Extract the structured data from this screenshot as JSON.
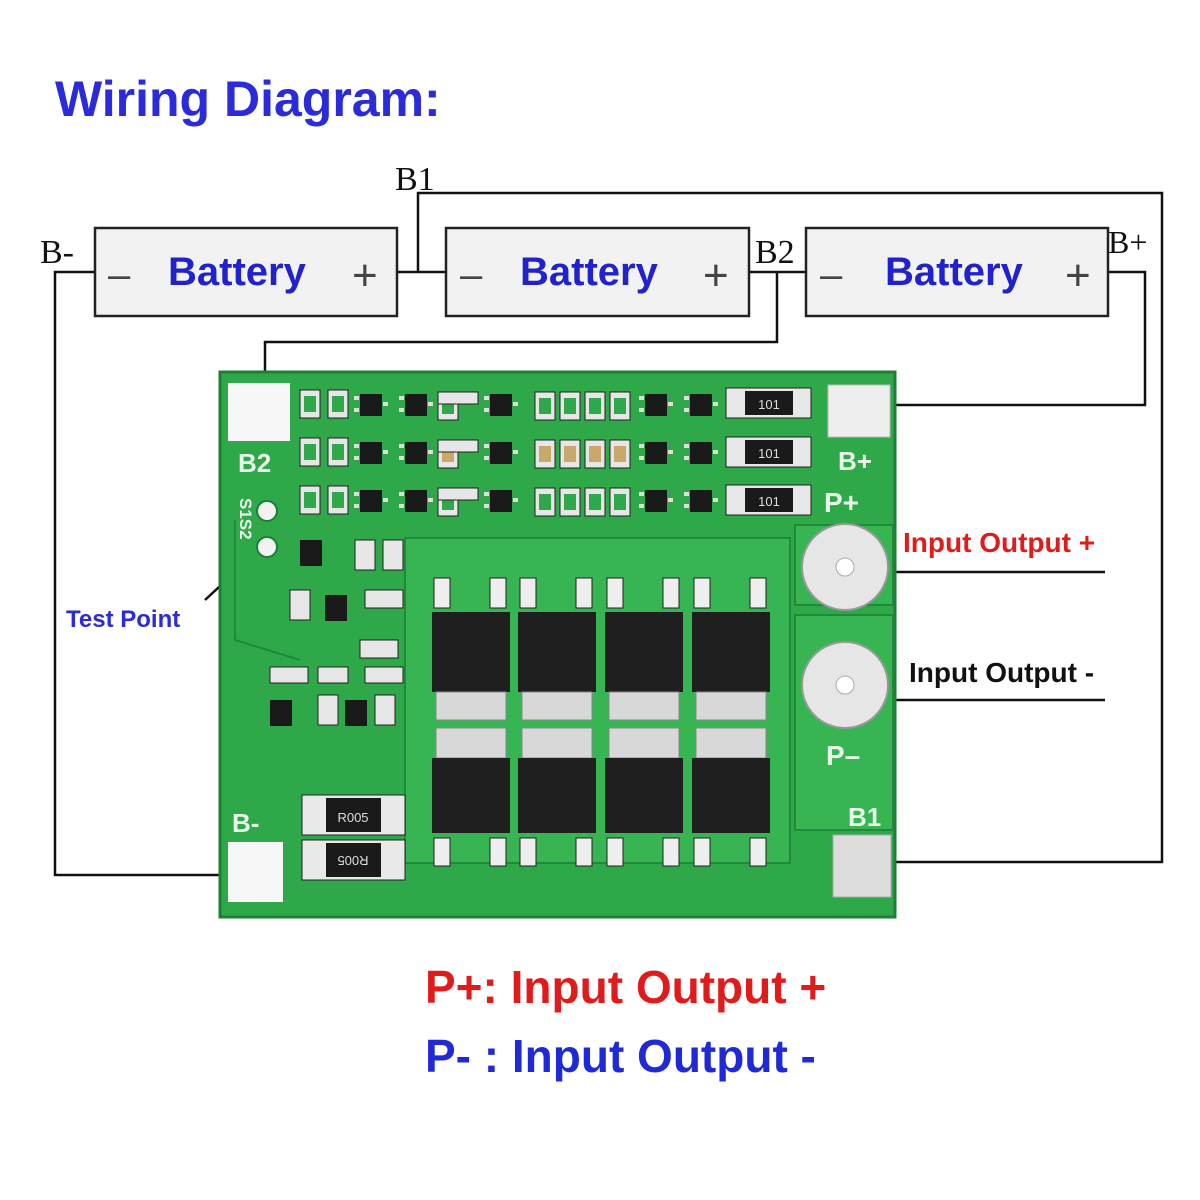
{
  "title": "Wiring Diagram:",
  "colors": {
    "title": "#2b2bd9",
    "battery_label": "#2222cc",
    "red": "#e01b1b",
    "blue": "#1f2ad6",
    "pcb": "#2fa84a",
    "pcb_dark": "#1f8a3a",
    "wire": "#111111"
  },
  "batteries": [
    {
      "minus": "–",
      "label": "Battery",
      "plus": "+"
    },
    {
      "minus": "–",
      "label": "Battery",
      "plus": "+"
    },
    {
      "minus": "–",
      "label": "Battery",
      "plus": "+"
    }
  ],
  "wire_labels": {
    "b_minus": "B-",
    "b1": "B1",
    "b2": "B2",
    "b_plus": "B+"
  },
  "board": {
    "silkscreen": {
      "b2": "B2",
      "b_plus": "B+",
      "p_plus": "P+",
      "p_minus": "P–",
      "b_minus": "B-",
      "b1": "B1",
      "s1s2": "S1S2",
      "res_top": "101",
      "res_mid": "101",
      "res_bot": "101",
      "shunt_top": "R005",
      "shunt_bot": "R005"
    }
  },
  "callouts": {
    "test_point": "Test Point",
    "input_output_plus": "Input Output +",
    "input_output_minus": "Input Output -"
  },
  "legend": {
    "p_plus_key": "P+",
    "p_plus_text": ": Input Output +",
    "p_minus_key": "P-",
    "p_minus_text": " : Input Output -"
  }
}
